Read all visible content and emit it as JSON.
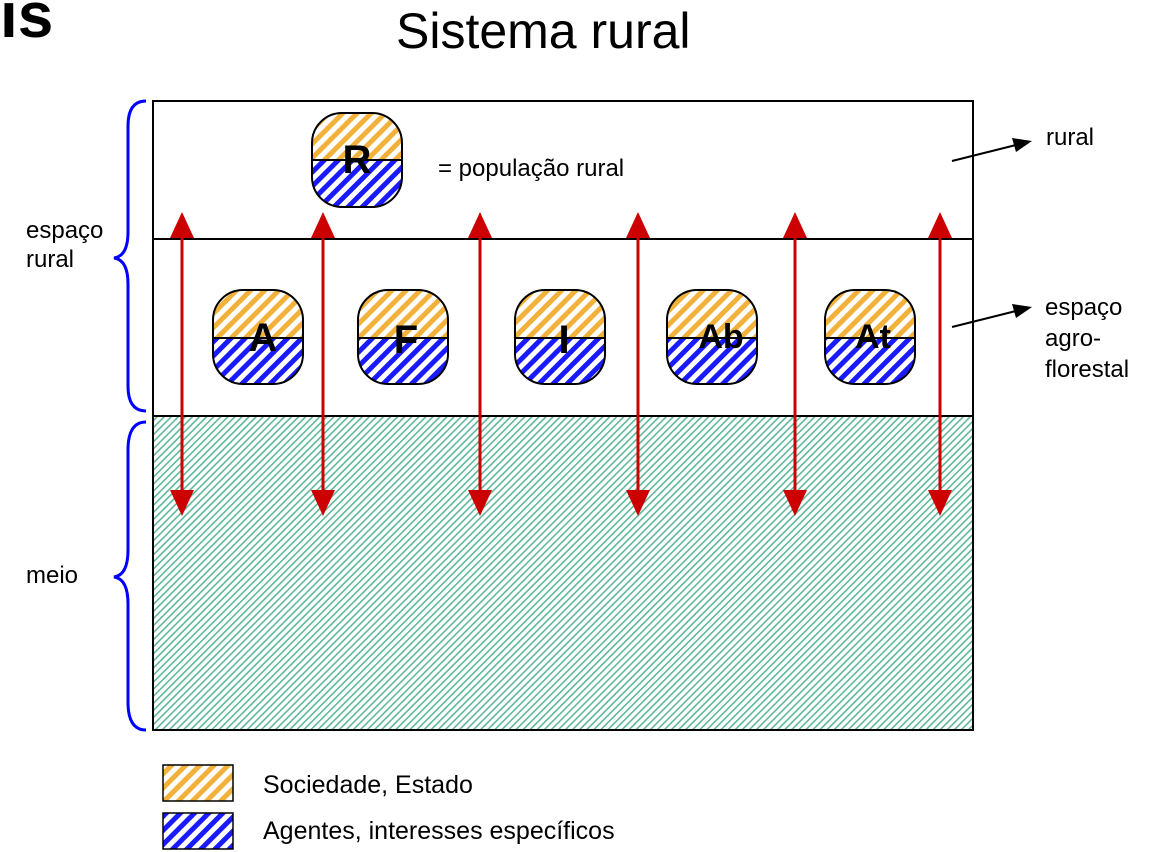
{
  "corner_text": "is",
  "title": "Sistema rural",
  "population": {
    "letter": "R",
    "label": "= população rural"
  },
  "activities": [
    {
      "letter": "A"
    },
    {
      "letter": "F"
    },
    {
      "letter": "I"
    },
    {
      "letter": "Ab"
    },
    {
      "letter": "At"
    }
  ],
  "labels": {
    "rural": "rural",
    "espaco_agroflorestal": [
      "espaço",
      "agro-",
      "florestal"
    ],
    "espaco_rural": [
      "espaço",
      "rural"
    ],
    "meio": "meio"
  },
  "legend": [
    {
      "text": "Sociedade, Estado",
      "color": "#f2b13a"
    },
    {
      "text": "Agentes, interesses específicos",
      "color": "#1a1aff"
    }
  ],
  "colors": {
    "orange_hatch": "#f2b13a",
    "blue_hatch": "#1a1aff",
    "green_hatch": "#5fb89a",
    "arrow_red": "#cc0000",
    "brace_blue": "#0000ff"
  }
}
